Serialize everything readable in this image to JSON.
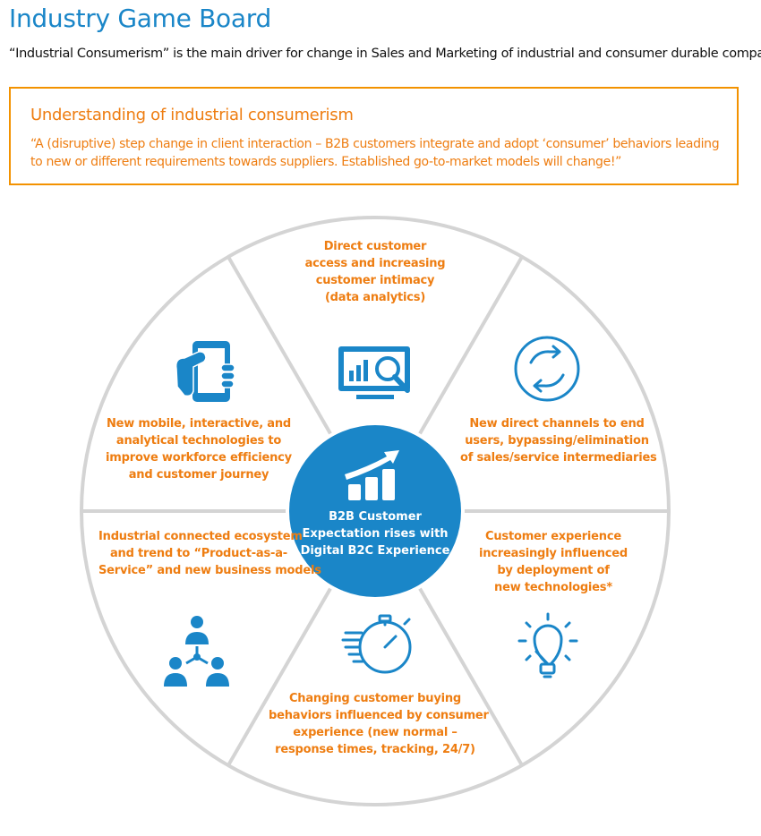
{
  "header": {
    "title": "Industry Game Board",
    "subtitle": "“Industrial Consumerism” is the main driver for change in Sales and Marketing of industrial and consumer durable companies."
  },
  "definition_box": {
    "title": "Understanding of industrial consumerism",
    "text": "“A (disruptive) step change in client interaction – B2B customers integrate and adopt ‘consumer’ behaviors leading to new or different requirements towards suppliers. Established go-to-market models will change!”"
  },
  "wheel": {
    "center": {
      "lines": [
        "B2B Customer",
        "Expectation rises with",
        "Digital B2C Experience"
      ],
      "icon": "growth-chart-icon"
    },
    "segments": [
      {
        "id": "top",
        "icon": "analytics-monitor-icon",
        "lines": [
          "Direct customer",
          "access and increasing",
          "customer intimacy",
          "(data analytics)"
        ]
      },
      {
        "id": "upper-right",
        "icon": "sync-arrows-icon",
        "lines": [
          "New direct channels to end",
          "users, bypassing/elimination",
          "of sales/service intermediaries"
        ]
      },
      {
        "id": "lower-right",
        "icon": "lightbulb-icon",
        "lines": [
          "Customer experience",
          "increasingly influenced",
          "by deployment of",
          "new technologies*"
        ]
      },
      {
        "id": "bottom",
        "icon": "stopwatch-icon",
        "lines": [
          "Changing customer buying",
          "behaviors influenced by consumer",
          "experience (new normal –",
          "response times, tracking, 24/7)"
        ]
      },
      {
        "id": "lower-left",
        "icon": "network-people-icon",
        "lines": [
          "Industrial connected ecosystem",
          "and trend to “Product-as-a-",
          "Service” and new business models"
        ]
      },
      {
        "id": "upper-left",
        "icon": "mobile-hand-icon",
        "lines": [
          "New mobile, interactive, and",
          "analytical technologies to",
          "improve workforce efficiency",
          "and customer journey"
        ]
      }
    ]
  },
  "colors": {
    "blue": "#1a86c8",
    "orange": "#ee7d11",
    "wheel_line": "#d4d4d4"
  }
}
